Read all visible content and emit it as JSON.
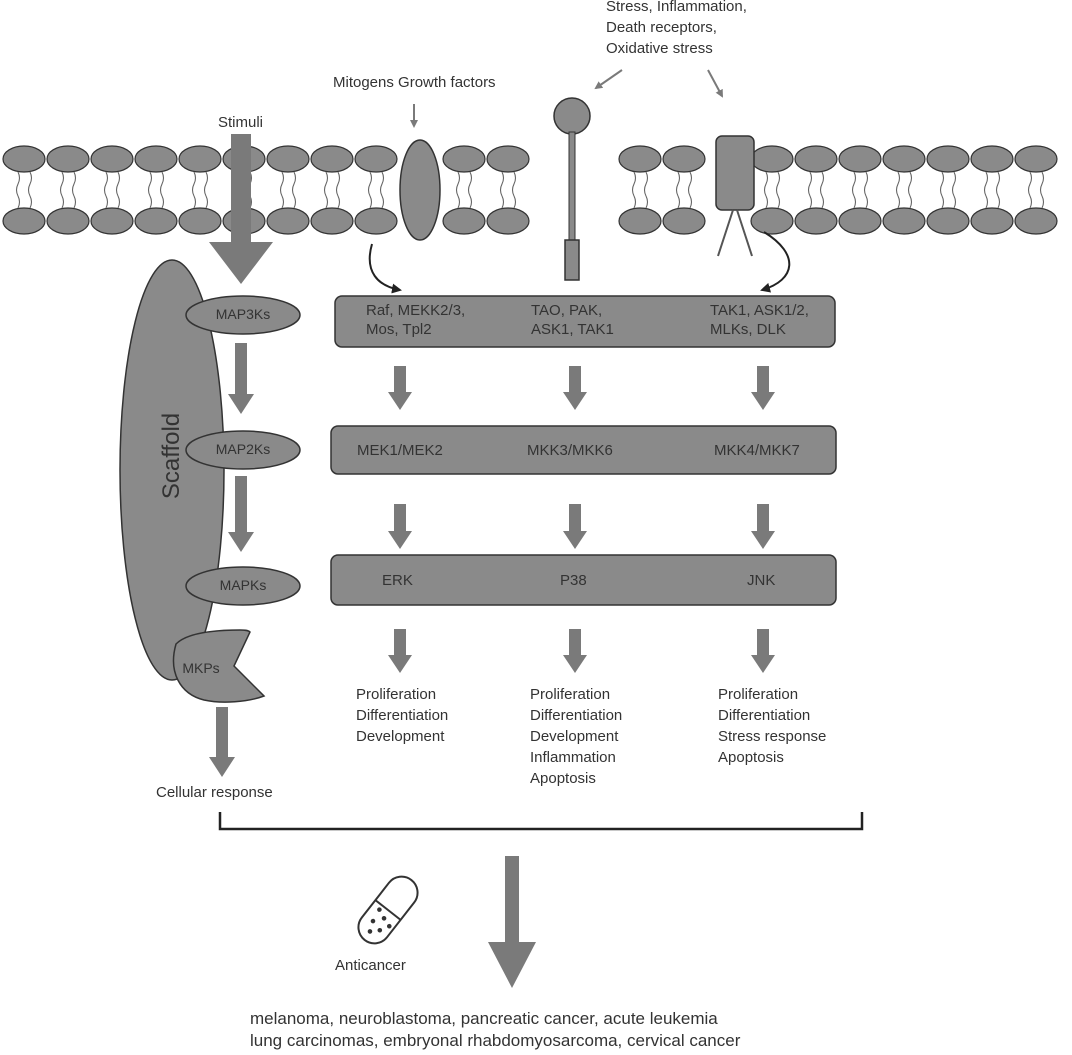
{
  "labels": {
    "stress": [
      "Stress, Inflammation,",
      "Death receptors,",
      "Oxidative stress"
    ],
    "mitogens": "Mitogens Growth factors",
    "stimuli": "Stimuli",
    "scaffold": "Scaffold",
    "cellular_response": "Cellular response",
    "anticancer": "Anticancer"
  },
  "side_levels": {
    "map3ks": "MAP3Ks",
    "map2ks": "MAP2Ks",
    "mapks": "MAPKs",
    "mkps": "MKPs"
  },
  "tiers": {
    "map3k": [
      "Raf, MEKK2/3,",
      "Mos, Tpl2",
      "TAO, PAK,",
      "ASK1, TAK1",
      "TAK1, ASK1/2,",
      "MLKs, DLK"
    ],
    "map2k": [
      "MEK1/MEK2",
      "MKK3/MKK6",
      "MKK4/MKK7"
    ],
    "mapk": [
      "ERK",
      "P38",
      "JNK"
    ]
  },
  "outcomes": {
    "erk": [
      "Proliferation",
      "Differentiation",
      "Development"
    ],
    "p38": [
      "Proliferation",
      "Differentiation",
      "Development",
      "Inflammation",
      "Apoptosis"
    ],
    "jnk": [
      "Proliferation",
      "Differentiation",
      "Stress response",
      "Apoptosis"
    ]
  },
  "diseases": [
    "melanoma, neuroblastoma, pancreatic cancer, acute leukemia",
    "lung carcinomas, embryonal rhabdomyosarcoma, cervical cancer"
  ],
  "colors": {
    "fill": "#8a8a8a",
    "stroke": "#333333",
    "arrow": "#7a7a7a",
    "text": "#333333"
  }
}
